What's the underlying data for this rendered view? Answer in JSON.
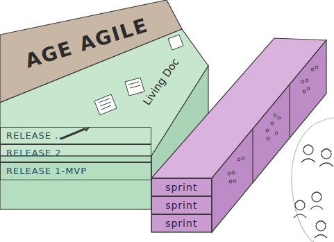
{
  "diagram": {
    "nodes": [
      {
        "text": [
          "AGE AGILE"
        ]
      },
      {
        "text": [
          "Living Doc"
        ]
      },
      {
        "text": [
          "RELEASE ..."
        ],
        "in": 1
      },
      {
        "text": [
          "RELEASE 2"
        ],
        "in": 1
      },
      {
        "text": [
          "RELEASE 1-MVP"
        ],
        "in": 1
      },
      {
        "text": [
          "sprint"
        ]
      },
      {
        "text": [
          "sprint"
        ]
      },
      {
        "text": [
          "sprint"
        ]
      }
    ]
  }
}
